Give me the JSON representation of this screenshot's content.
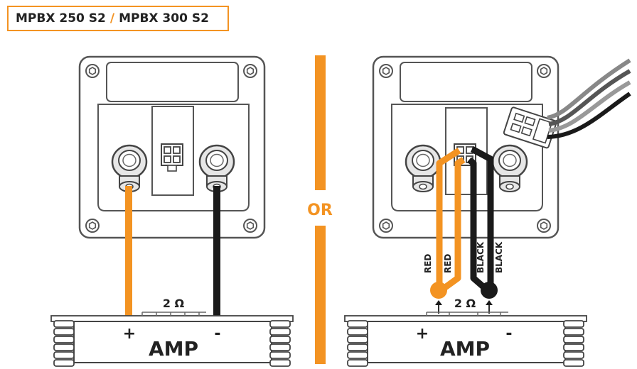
{
  "title": {
    "model_a": "MPBX 250 S2",
    "separator": "/",
    "model_b": "MPBX 300 S2"
  },
  "divider_label": "OR",
  "left_diagram": {
    "impedance": "2 Ω",
    "amp_label": "AMP",
    "plus": "+",
    "minus": "-"
  },
  "right_diagram": {
    "impedance": "2 Ω",
    "amp_label": "AMP",
    "plus": "+",
    "minus": "-",
    "wire_labels": [
      "RED",
      "RED",
      "BLACK",
      "BLACK"
    ]
  },
  "colors": {
    "accent": "#f39322",
    "black_wire": "#1a1a1a",
    "outline": "#555555"
  }
}
